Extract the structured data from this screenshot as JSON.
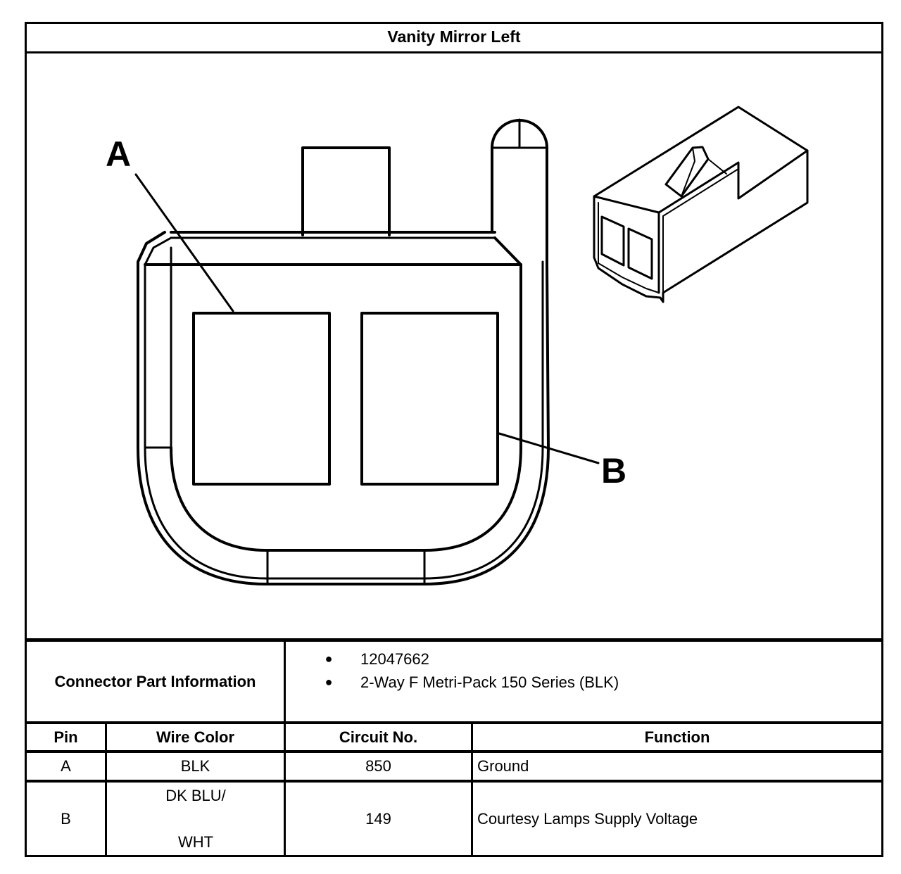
{
  "title": "Vanity Mirror Left",
  "drawing": {
    "callout_a": "A",
    "callout_b": "B",
    "colors": {
      "line": "#000000",
      "background": "#ffffff"
    }
  },
  "connector_info": {
    "label": "Connector Part Information",
    "items": [
      "12047662",
      "2-Way F Metri-Pack 150 Series (BLK)"
    ]
  },
  "pin_table": {
    "headers": [
      "Pin",
      "Wire Color",
      "Circuit No.",
      "Function"
    ],
    "rows": [
      {
        "pin": "A",
        "wire_color": "BLK",
        "circuit": "850",
        "function": "Ground"
      },
      {
        "pin": "B",
        "wire_color_line1": "DK BLU/",
        "wire_color_line2": "WHT",
        "circuit": "149",
        "function": "Courtesy Lamps Supply Voltage"
      }
    ]
  }
}
